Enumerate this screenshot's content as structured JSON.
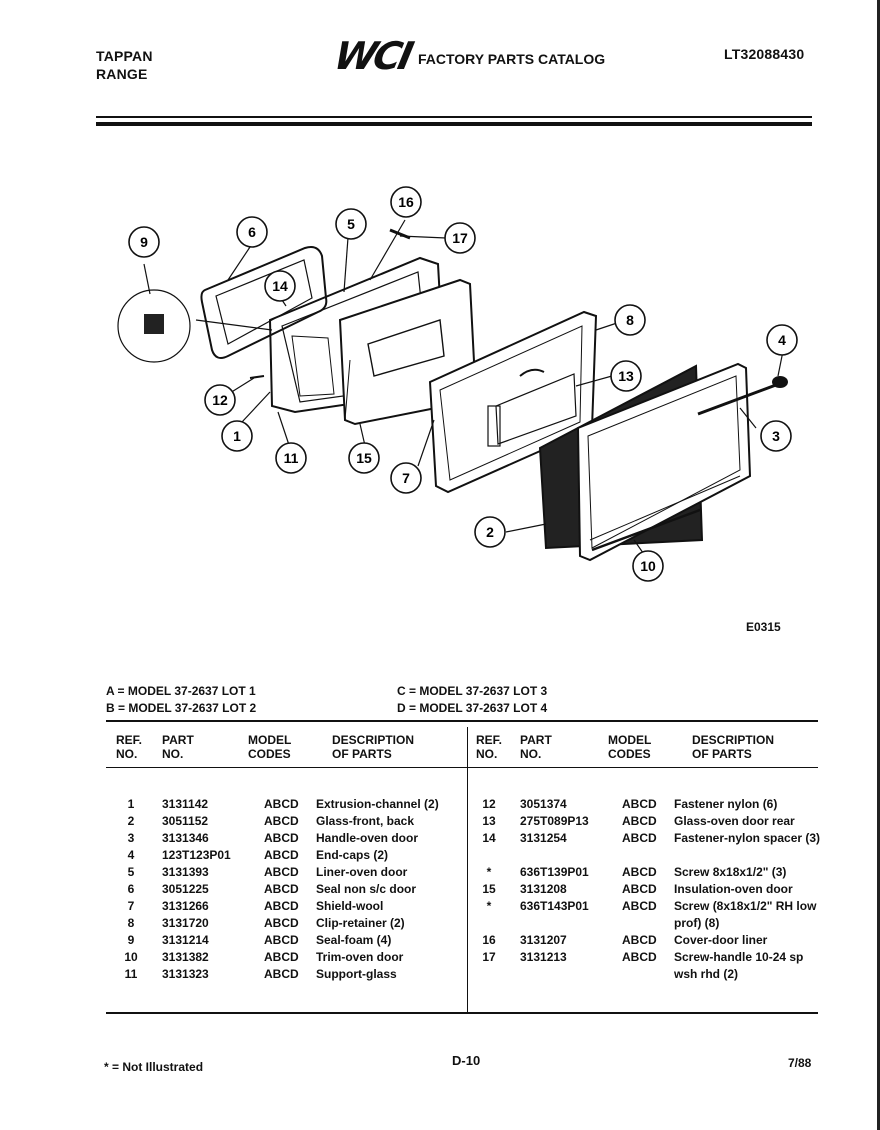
{
  "header": {
    "brand_left_line1": "TAPPAN",
    "brand_left_line2": "RANGE",
    "logo": "WCI",
    "catalog_title": "FACTORY PARTS CATALOG",
    "catalog_number": "LT32088430"
  },
  "diagram": {
    "figure_code": "E0315",
    "callouts": [
      "1",
      "2",
      "3",
      "4",
      "5",
      "6",
      "7",
      "8",
      "9",
      "10",
      "11",
      "12",
      "13",
      "14",
      "15",
      "16",
      "17"
    ]
  },
  "models": {
    "a": "A = MODEL 37-2637 LOT 1",
    "b": "B = MODEL 37-2637 LOT 2",
    "c": "C = MODEL 37-2637 LOT 3",
    "d": "D = MODEL 37-2637 LOT 4"
  },
  "table": {
    "headers": {
      "ref_line1": "REF.",
      "ref_line2": "NO.",
      "part_line1": "PART",
      "part_line2": "NO.",
      "model_line1": "MODEL",
      "model_line2": "CODES",
      "desc_line1": "DESCRIPTION",
      "desc_line2": "OF PARTS"
    },
    "left_rows": [
      {
        "ref": "1",
        "part": "3131142",
        "codes": "ABCD",
        "desc": "Extrusion-channel (2)"
      },
      {
        "ref": "2",
        "part": "3051152",
        "codes": "ABCD",
        "desc": "Glass-front, back"
      },
      {
        "ref": "3",
        "part": "3131346",
        "codes": "ABCD",
        "desc": "Handle-oven door"
      },
      {
        "ref": "4",
        "part": "123T123P01",
        "codes": "ABCD",
        "desc": "End-caps (2)"
      },
      {
        "ref": "5",
        "part": "3131393",
        "codes": "ABCD",
        "desc": "Liner-oven door"
      },
      {
        "ref": "6",
        "part": "3051225",
        "codes": "ABCD",
        "desc": "Seal non s/c door"
      },
      {
        "ref": "7",
        "part": "3131266",
        "codes": "ABCD",
        "desc": "Shield-wool"
      },
      {
        "ref": "8",
        "part": "3131720",
        "codes": "ABCD",
        "desc": "Clip-retainer (2)"
      },
      {
        "ref": "9",
        "part": "3131214",
        "codes": "ABCD",
        "desc": "Seal-foam (4)"
      },
      {
        "ref": "10",
        "part": "3131382",
        "codes": "ABCD",
        "desc": "Trim-oven door"
      },
      {
        "ref": "11",
        "part": "3131323",
        "codes": "ABCD",
        "desc": "Support-glass"
      }
    ],
    "right_rows": [
      {
        "ref": "12",
        "part": "3051374",
        "codes": "ABCD",
        "desc": "Fastener nylon (6)"
      },
      {
        "ref": "13",
        "part": "275T089P13",
        "codes": "ABCD",
        "desc": "Glass-oven door rear"
      },
      {
        "ref": "14",
        "part": "3131254",
        "codes": "ABCD",
        "desc": "Fastener-nylon spacer (3)"
      },
      {
        "ref": "*",
        "part": "636T139P01",
        "codes": "ABCD",
        "desc": "Screw 8x18x1/2\" (3)"
      },
      {
        "ref": "15",
        "part": "3131208",
        "codes": "ABCD",
        "desc": "Insulation-oven door"
      },
      {
        "ref": "*",
        "part": "636T143P01",
        "codes": "ABCD",
        "desc": "Screw (8x18x1/2\" RH low prof) (8)"
      },
      {
        "ref": "16",
        "part": "3131207",
        "codes": "ABCD",
        "desc": "Cover-door liner"
      },
      {
        "ref": "17",
        "part": "3131213",
        "codes": "ABCD",
        "desc": "Screw-handle 10-24 sp wsh rhd (2)"
      }
    ]
  },
  "footer": {
    "note": "* = Not Illustrated",
    "page": "D-10",
    "date": "7/88"
  }
}
